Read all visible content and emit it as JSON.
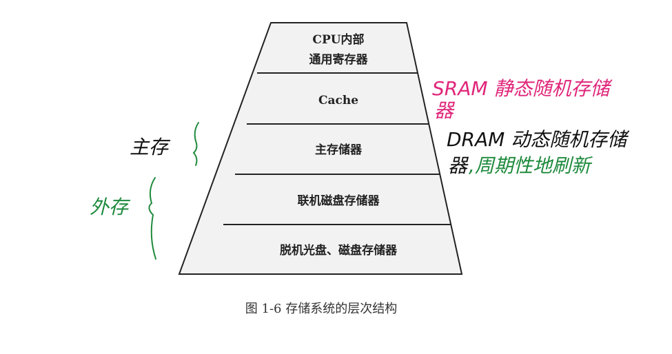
{
  "pyramid": {
    "levels": [
      {
        "lines": [
          "CPU内部",
          "通用寄存器"
        ]
      },
      {
        "lines": [
          "Cache"
        ]
      },
      {
        "lines": [
          "主存储器"
        ]
      },
      {
        "lines": [
          "联机磁盘存储器"
        ]
      },
      {
        "lines": [
          "脱机光盘、磁盘存储器"
        ]
      }
    ],
    "caption": "图 1-6   存储系统的层次结构"
  },
  "annotations": {
    "main_memory": "主存",
    "external_memory": "外存",
    "sram_line1": "SRAM 静态随机存储",
    "sram_line2": "器",
    "dram_line1": "DRAM 动态随机存储",
    "dram_line2a": "器",
    "dram_line2b": ",周期性地刷新"
  },
  "colors": {
    "pyramid_fill": "#f2f2f2",
    "pyramid_stroke": "#222222",
    "pink_ink": "#e0267a",
    "green_ink": "#1e8a3c",
    "black_ink": "#111111"
  }
}
